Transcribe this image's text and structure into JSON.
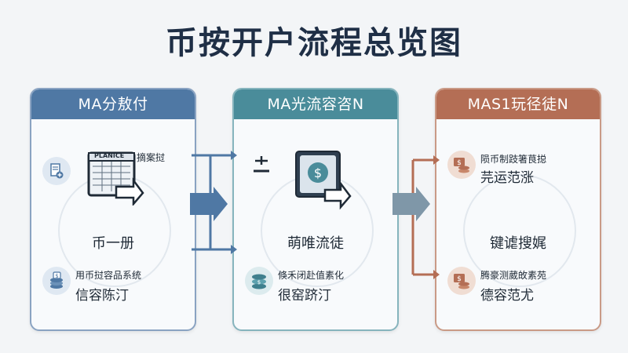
{
  "title": "币按开户流程总览图",
  "panels": [
    {
      "header": "MA分敖付",
      "top_label": "摘案挝",
      "card_label": "PLANICE",
      "mid_text": "币一册",
      "bottom_label1": "用币挝容品系统",
      "bottom_label2": "信容陈汀"
    },
    {
      "header": "MA光流容咨N",
      "mid_text": "萌唯流徒",
      "bottom_label1": "倏禾闭赴值素化",
      "bottom_label2": "很窑跻汀"
    },
    {
      "header": "MAS1玩径徒N",
      "top_label1": "陨币制跂箸茛搃",
      "top_label2": "芫运范涨",
      "mid_text": "键谑搜娓",
      "bottom_label1": "腾豪测葳敀素苑",
      "bottom_label2": "德容范尤"
    }
  ],
  "colors": {
    "blue": "#4f78a4",
    "teal": "#4a8c9a",
    "brown": "#b46e55",
    "title": "#1f2f46"
  }
}
